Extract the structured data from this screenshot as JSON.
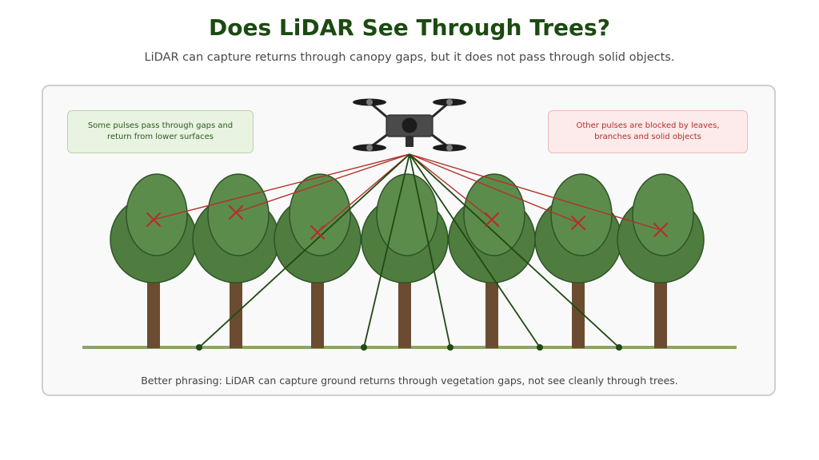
{
  "header": {
    "title": "Does LiDAR See Through Trees?",
    "subtitle": "LiDAR can capture returns through canopy gaps, but it does not pass through solid objects."
  },
  "callouts": {
    "pass_through": "Some pulses pass through gaps and return from lower surfaces",
    "blocked": "Other pulses are blocked by leaves, branches and solid objects"
  },
  "footnote": "Better phrasing: LiDAR can capture ground returns through vegetation gaps, not see cleanly through trees.",
  "colors": {
    "title": "#1c4a12",
    "ground": "#8ea36a",
    "trunk": "#6b4c30",
    "canopy_back": "#4f7d3f",
    "canopy_front": "#5c8c4c",
    "canopy_stroke": "#2f5428",
    "blocked_pulse": "#b3302a",
    "ground_pulse": "#1f4a12",
    "drone_body": "#4a4a4a"
  },
  "icons": {
    "drone": "drone-icon",
    "blocked_marker": "x-mark-icon",
    "ground_return": "dot-marker-icon"
  },
  "scene": {
    "tree_count": 7,
    "blocked_pulse_count": 6,
    "ground_return_count": 5
  }
}
